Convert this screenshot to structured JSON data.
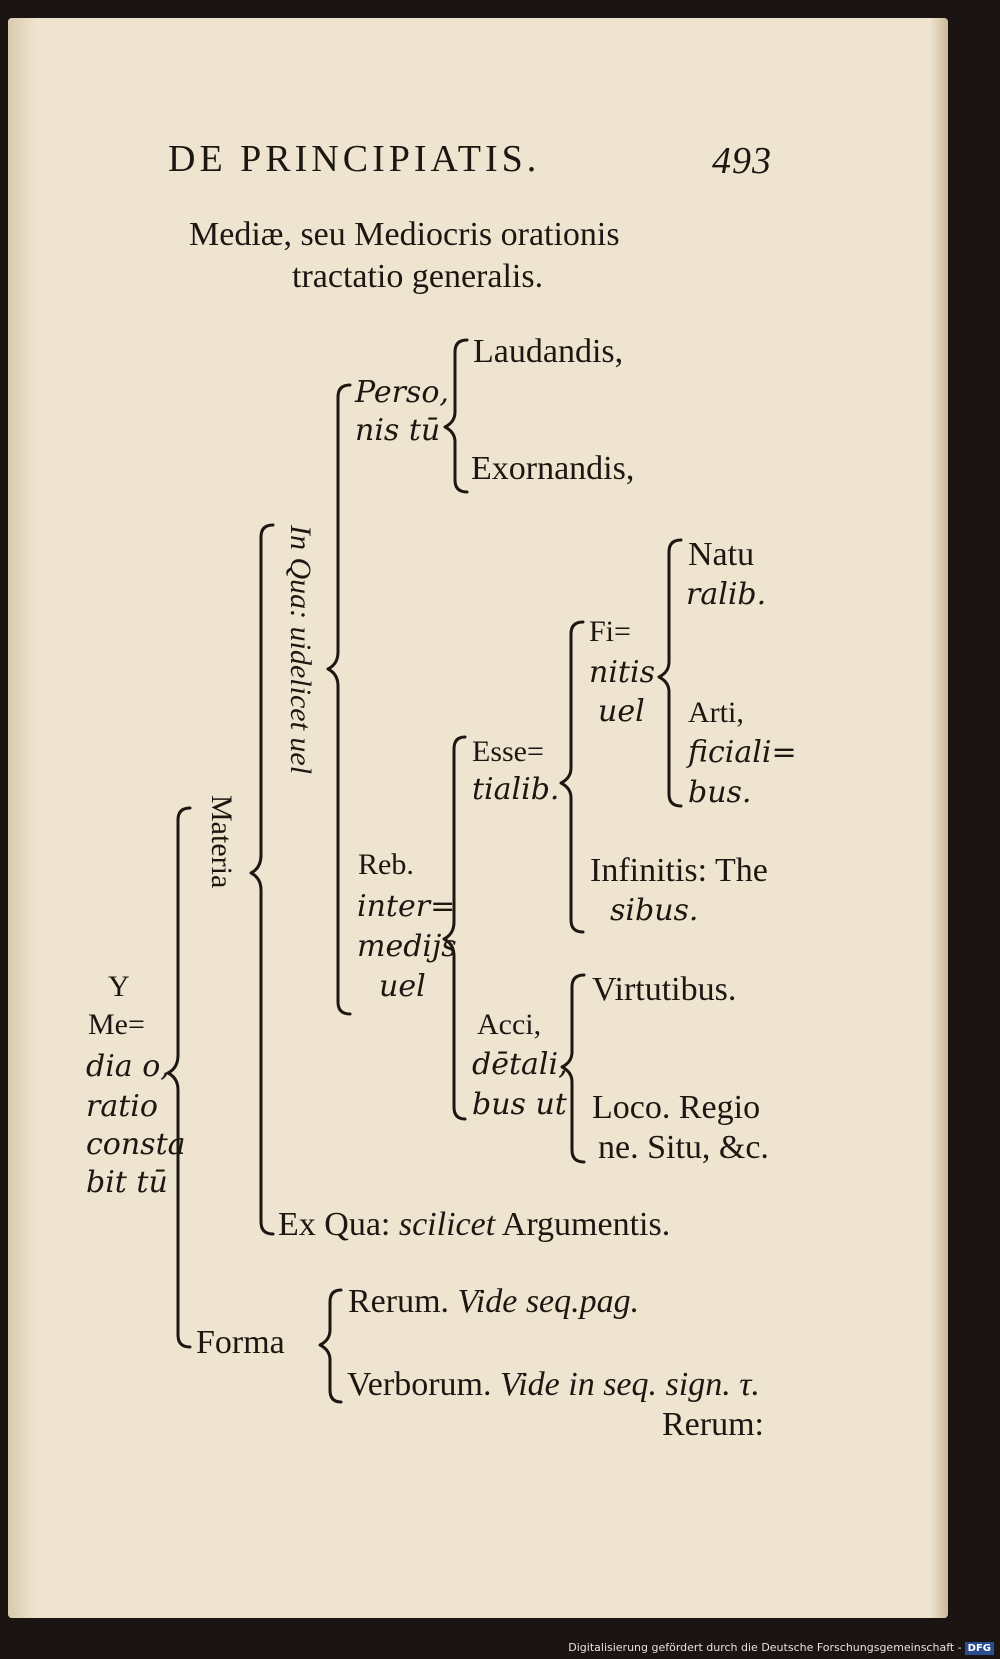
{
  "header": {
    "running_title": "DE PRINCIPIATIS.",
    "page_number": "493"
  },
  "heading": {
    "line1": "Mediæ, seu Mediocris orationis",
    "line2": "tractatio generalis."
  },
  "tree": {
    "root": [
      "Y",
      "Me=",
      "dia o,",
      "ratio",
      "consta",
      "bit tū"
    ],
    "materia": "Materia",
    "in_qua": "In Qua: uidelicet uel",
    "personis": [
      "Perso,",
      "nis tū"
    ],
    "laudandis": "Laudandis,",
    "exornandis": "Exornandis,",
    "rebus": [
      "Reb.",
      "inter=",
      "medijs",
      "uel"
    ],
    "essentialibus": [
      "Esse=",
      "tialib."
    ],
    "finitis": [
      "Fi=",
      "nitis",
      "uel"
    ],
    "naturalibus": [
      "Natu",
      "ralib."
    ],
    "artificialibus": [
      "Arti,",
      "ficiali=",
      "bus."
    ],
    "infinitis": [
      "Infinitis: The",
      "sibus."
    ],
    "accidentalibus": [
      "Acci,",
      "dētali,",
      "bus ut"
    ],
    "virtutibus": "Virtutibus.",
    "loco": [
      "Loco. Regio",
      "ne. Situ, &c."
    ],
    "ex_qua": [
      "Ex Qua:",
      "scilicet",
      "Argumentis."
    ],
    "forma": "Forma",
    "rerum": [
      "Rerum.",
      "Vide seq.pag."
    ],
    "verborum": [
      "Verborum.",
      "Vide in seq. sign. τ."
    ],
    "catchword": "Rerum:"
  },
  "footer": {
    "text": "Digitalisierung gefördert durch die Deutsche Forschungsgemeinschaft -",
    "logo": "DFG"
  }
}
